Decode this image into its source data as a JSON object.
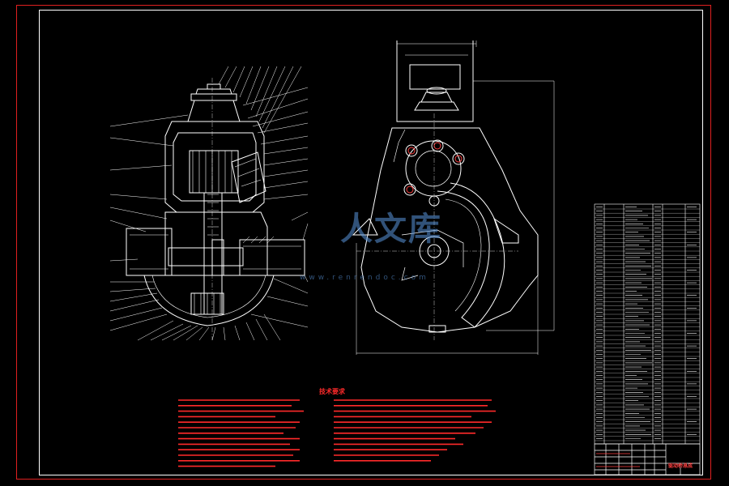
{
  "drawing": {
    "tech_requirements_title": "技术要求",
    "title_block_name": "驱动桥总成",
    "title_block_sheet": "1",
    "watermark": "人文库",
    "watermark_sub": "www.renrendoc.com"
  },
  "colors": {
    "background": "#000000",
    "outer_frame": "#e02020",
    "linework": "#ffffff",
    "notes_text": "#ff2a2a",
    "watermark": "#5a96dc"
  }
}
